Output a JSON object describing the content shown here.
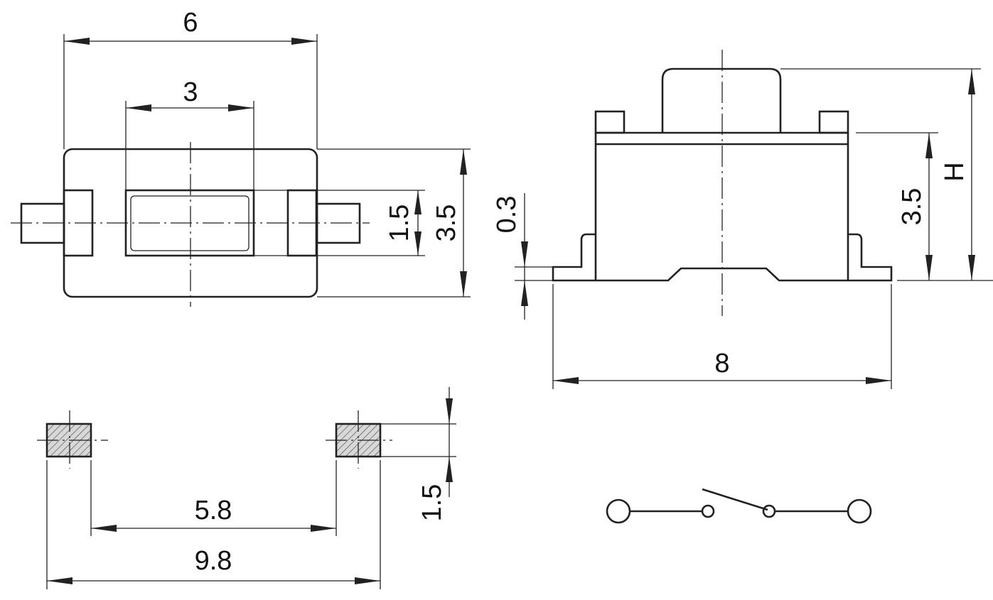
{
  "title": "",
  "dimensions": {
    "top_width": "6",
    "actuator_width": "3",
    "actuator_height": "1.5",
    "body_height_top": "3.5",
    "lead_thickness": "0.3",
    "body_height_side": "3.5",
    "overall_height": "H",
    "overall_length": "8",
    "pad_size": "1.5",
    "pad_gap": "5.8",
    "pad_span": "9.8"
  },
  "colors": {
    "line": "#222222",
    "pad_fill": "#d8d8d8",
    "background": "#ffffff"
  }
}
